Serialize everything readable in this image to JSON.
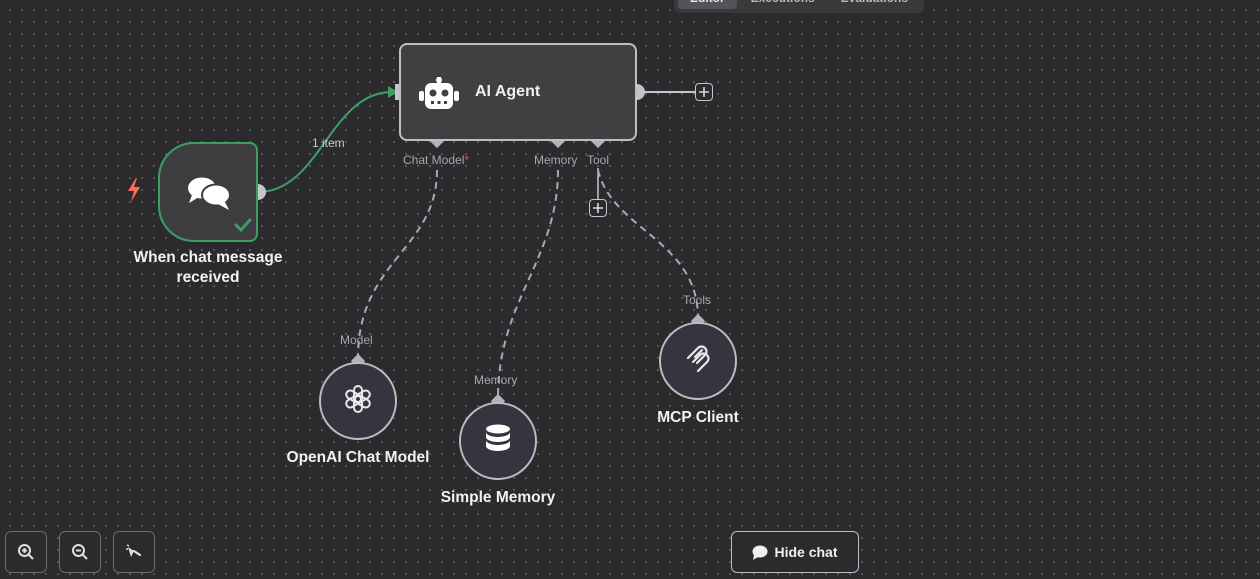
{
  "top_tabs": [
    {
      "label": "Editor",
      "active": true
    },
    {
      "label": "Executions",
      "active": false
    },
    {
      "label": "Evaluations",
      "active": false
    }
  ],
  "edge_label": "1 item",
  "agent_node": {
    "title": "AI Agent",
    "icon": "robot-icon",
    "ports": {
      "chat_model": "Chat Model",
      "chat_model_required": "*",
      "memory": "Memory",
      "tool": "Tool"
    }
  },
  "trigger_node": {
    "label_line1": "When chat message",
    "label_line2": "received",
    "icon": "chat-bubbles-icon",
    "status": "success"
  },
  "sub_nodes": {
    "openai": {
      "label": "OpenAI Chat Model",
      "port": "Model",
      "icon": "openai-icon"
    },
    "memory": {
      "label": "Simple Memory",
      "port": "Memory",
      "icon": "database-icon"
    },
    "mcp": {
      "label": "MCP Client",
      "port": "Tools",
      "icon": "mcp-icon"
    }
  },
  "controls": {
    "zoom_in": "zoom-in-icon",
    "zoom_out": "zoom-out-icon",
    "tidy": "broom-icon",
    "hide_chat": "Hide chat"
  },
  "colors": {
    "success": "#3d9e64",
    "trigger_bolt": "#ff6d5a",
    "required": "#e8505b"
  }
}
